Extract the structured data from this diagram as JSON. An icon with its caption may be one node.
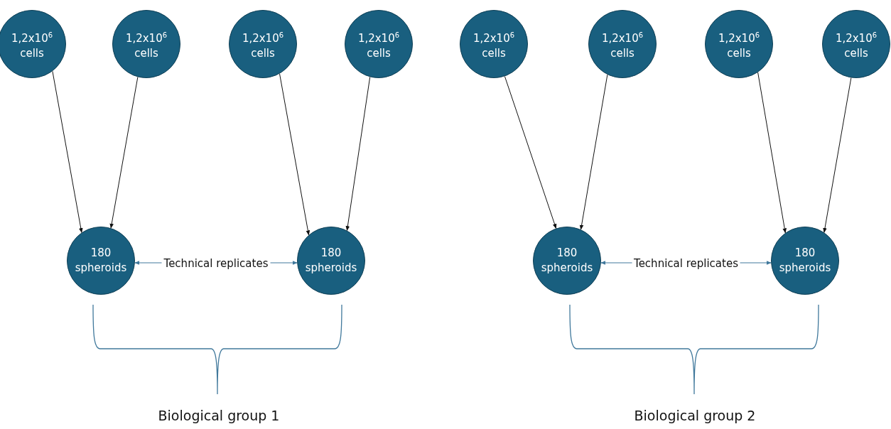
{
  "diagram": {
    "nodes": [
      {
        "text": [
          "1,2x10$^{6}$ cells"
        ]
      },
      {
        "text": [
          "1,2x10$^{6}$ cells"
        ]
      },
      {
        "text": [
          "1,2x10$^{6}$ cells"
        ]
      },
      {
        "text": [
          "1,2x10$^{6}$ cells"
        ]
      },
      {
        "text": [
          "1,2x10$^{6}$ cells"
        ]
      },
      {
        "text": [
          "1,2x10$^{6}$ cells"
        ]
      },
      {
        "text": [
          "1,2x10$^{6}$ cells"
        ]
      },
      {
        "text": [
          "1,2x10$^{6}$ cells"
        ]
      },
      {
        "text": [
          "180 spheroids"
        ]
      },
      {
        "text": [
          "180 spheroids"
        ]
      },
      {
        "text": [
          "180 spheroids"
        ]
      },
      {
        "text": [
          "180 spheroids"
        ]
      }
    ],
    "edges": [
      {
        "from": 0,
        "to": 8,
        "arrow": "to"
      },
      {
        "from": 1,
        "to": 8,
        "arrow": "to"
      },
      {
        "from": 2,
        "to": 9,
        "arrow": "to"
      },
      {
        "from": 3,
        "to": 9,
        "arrow": "to"
      },
      {
        "from": 8,
        "to": 9,
        "arrow": "both",
        "label": "Technical replicates",
        "color": "#41799c"
      },
      {
        "from": 4,
        "to": 10,
        "arrow": "to"
      },
      {
        "from": 5,
        "to": 10,
        "arrow": "to"
      },
      {
        "from": 6,
        "to": 11,
        "arrow": "to"
      },
      {
        "from": 7,
        "to": 11,
        "arrow": "to"
      },
      {
        "from": 10,
        "to": 11,
        "arrow": "both",
        "label": "Technical replicates",
        "color": "#41799c"
      }
    ],
    "labels": [
      "Biological group 1",
      "Biological group 2"
    ]
  }
}
